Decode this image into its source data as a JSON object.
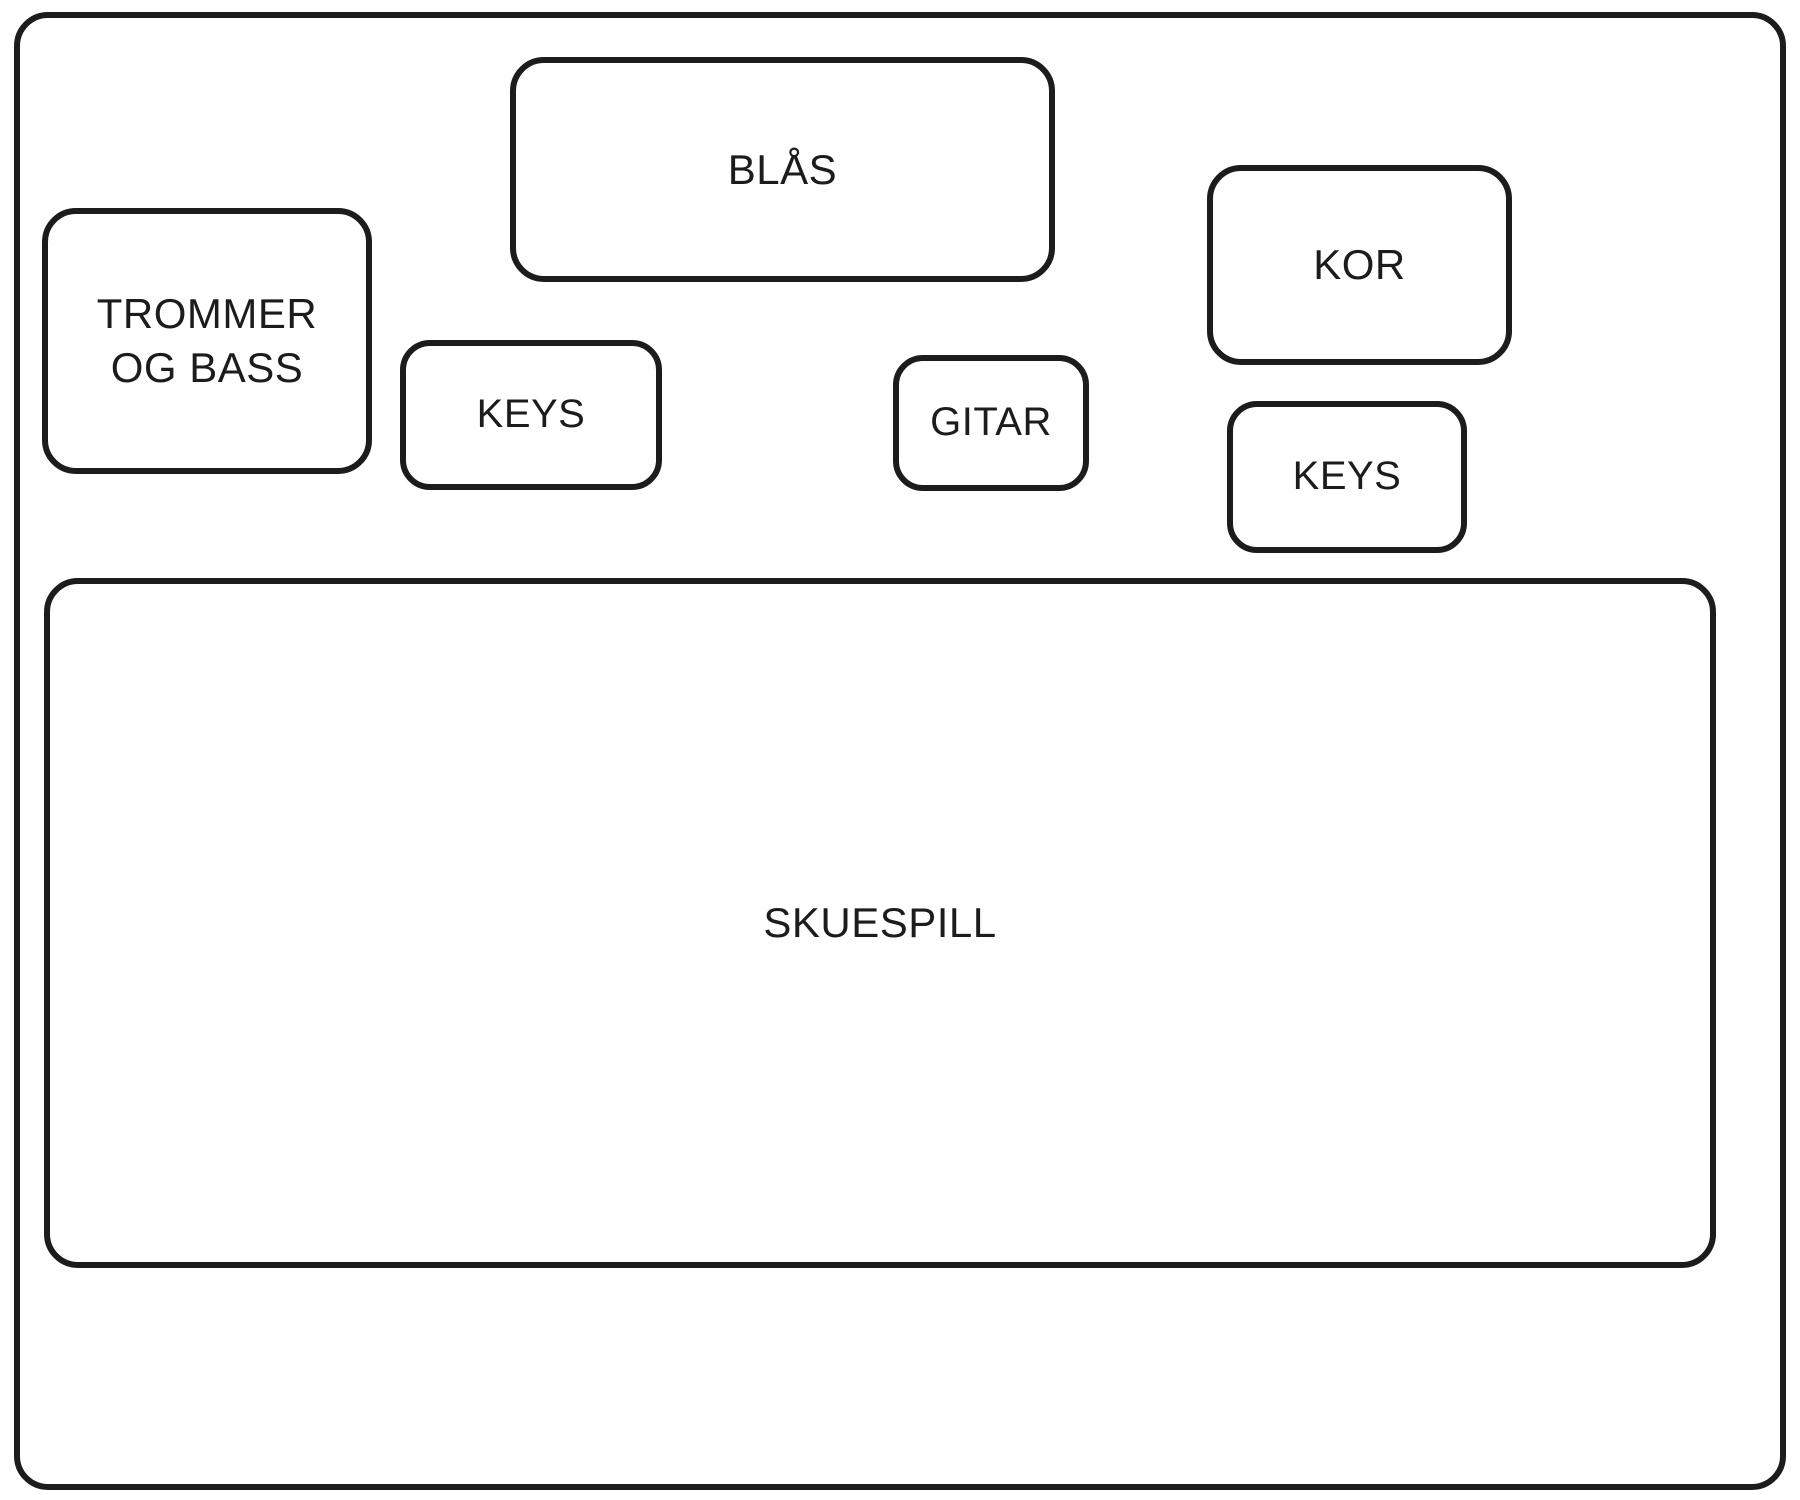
{
  "diagram": {
    "type": "stage-layout",
    "title": "",
    "colors": {
      "stroke": "#1c1c1c",
      "fill": "#ffffff",
      "text": "#1c1c1c"
    },
    "container": {
      "label": ""
    },
    "nodes": [
      {
        "id": "trommer-og-bass",
        "label": "TROMMER\nOG BASS"
      },
      {
        "id": "blas",
        "label": "BLÅS"
      },
      {
        "id": "keys-center",
        "label": "KEYS"
      },
      {
        "id": "gitar",
        "label": "GITAR"
      },
      {
        "id": "kor",
        "label": "KOR"
      },
      {
        "id": "keys-right",
        "label": "KEYS"
      },
      {
        "id": "skuespill",
        "label": "SKUESPILL"
      }
    ]
  }
}
